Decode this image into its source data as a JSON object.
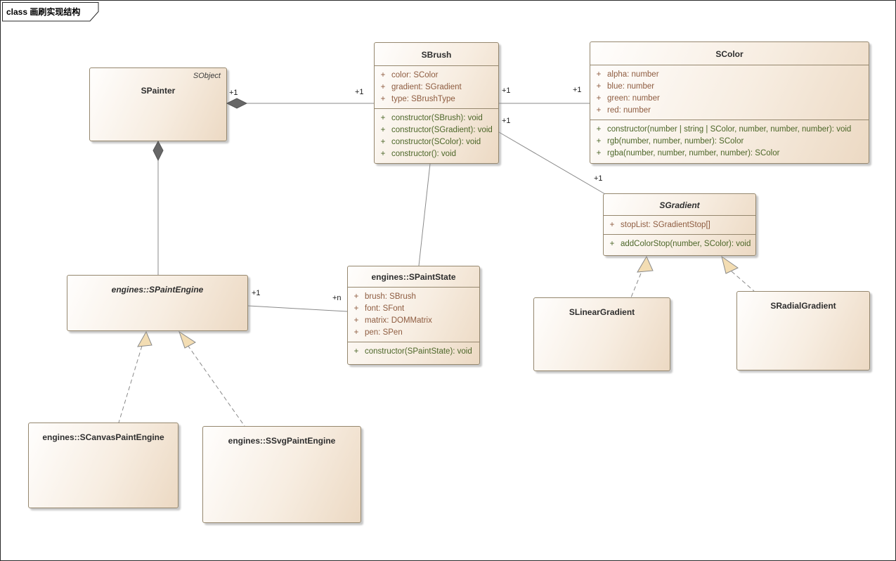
{
  "frame": {
    "label": "class 画刷实现结构"
  },
  "ui": {
    "plus": "+"
  },
  "colors": {
    "box_fill_light": "#fffefd",
    "box_fill_dark": "#ecd9c3",
    "box_border": "#95876e",
    "attribute_text": "#8e5c40",
    "method_text": "#4c6628",
    "connector": "#8a8a8a",
    "diamond_fill": "#676767",
    "triangle_fill": "#f3ddb3",
    "shadow": "#c8c8c8"
  },
  "classes": {
    "spainter": {
      "name": "SPainter",
      "stereotype": "SObject"
    },
    "sbrush": {
      "name": "SBrush",
      "attributes": [
        "color: SColor",
        "gradient: SGradient",
        "type: SBrushType"
      ],
      "methods": [
        "constructor(SBrush): void",
        "constructor(SGradient): void",
        "constructor(SColor): void",
        "constructor(): void"
      ]
    },
    "scolor": {
      "name": "SColor",
      "attributes": [
        "alpha: number",
        "blue: number",
        "green: number",
        "red: number"
      ],
      "methods": [
        "constructor(number | string | SColor, number, number, number): void",
        "rgb(number, number, number): SColor",
        "rgba(number, number, number, number): SColor"
      ]
    },
    "sgradient": {
      "name": "SGradient",
      "attributes": [
        "stopList: SGradientStop[]"
      ],
      "methods": [
        "addColorStop(number, SColor): void"
      ]
    },
    "spaintstate": {
      "name": "engines::SPaintState",
      "attributes": [
        "brush: SBrush",
        "font: SFont",
        "matrix: DOMMatrix",
        "pen: SPen"
      ],
      "methods": [
        "constructor(SPaintState): void"
      ]
    },
    "spaintengine": {
      "name": "engines::SPaintEngine"
    },
    "slineargradient": {
      "name": "SLinearGradient"
    },
    "sradialgradient": {
      "name": "SRadialGradient"
    },
    "scanvaspaintengine": {
      "name": "engines::SCanvasPaintEngine"
    },
    "ssvgpaintengine": {
      "name": "engines::SSvgPaintEngine"
    }
  },
  "relations": {
    "spainter_sbrush": {
      "type": "composition",
      "source_label": "+1",
      "target_label": "+1"
    },
    "sbrush_scolor": {
      "type": "association",
      "source_label": "+1",
      "target_label": "+1"
    },
    "sbrush_sgradient": {
      "type": "association",
      "source_label": "+1",
      "target_label": "+1"
    },
    "sbrush_spaintstate": {
      "type": "association"
    },
    "spainter_spaintengine": {
      "type": "composition"
    },
    "spaintengine_spaintstate": {
      "type": "association",
      "source_label": "+1",
      "target_label": "+n"
    },
    "scanvaspaintengine_spaintengine": {
      "type": "realization"
    },
    "ssvgpaintengine_spaintengine": {
      "type": "realization"
    },
    "slineargradient_sgradient": {
      "type": "realization"
    },
    "sradialgradient_sgradient": {
      "type": "realization"
    }
  }
}
